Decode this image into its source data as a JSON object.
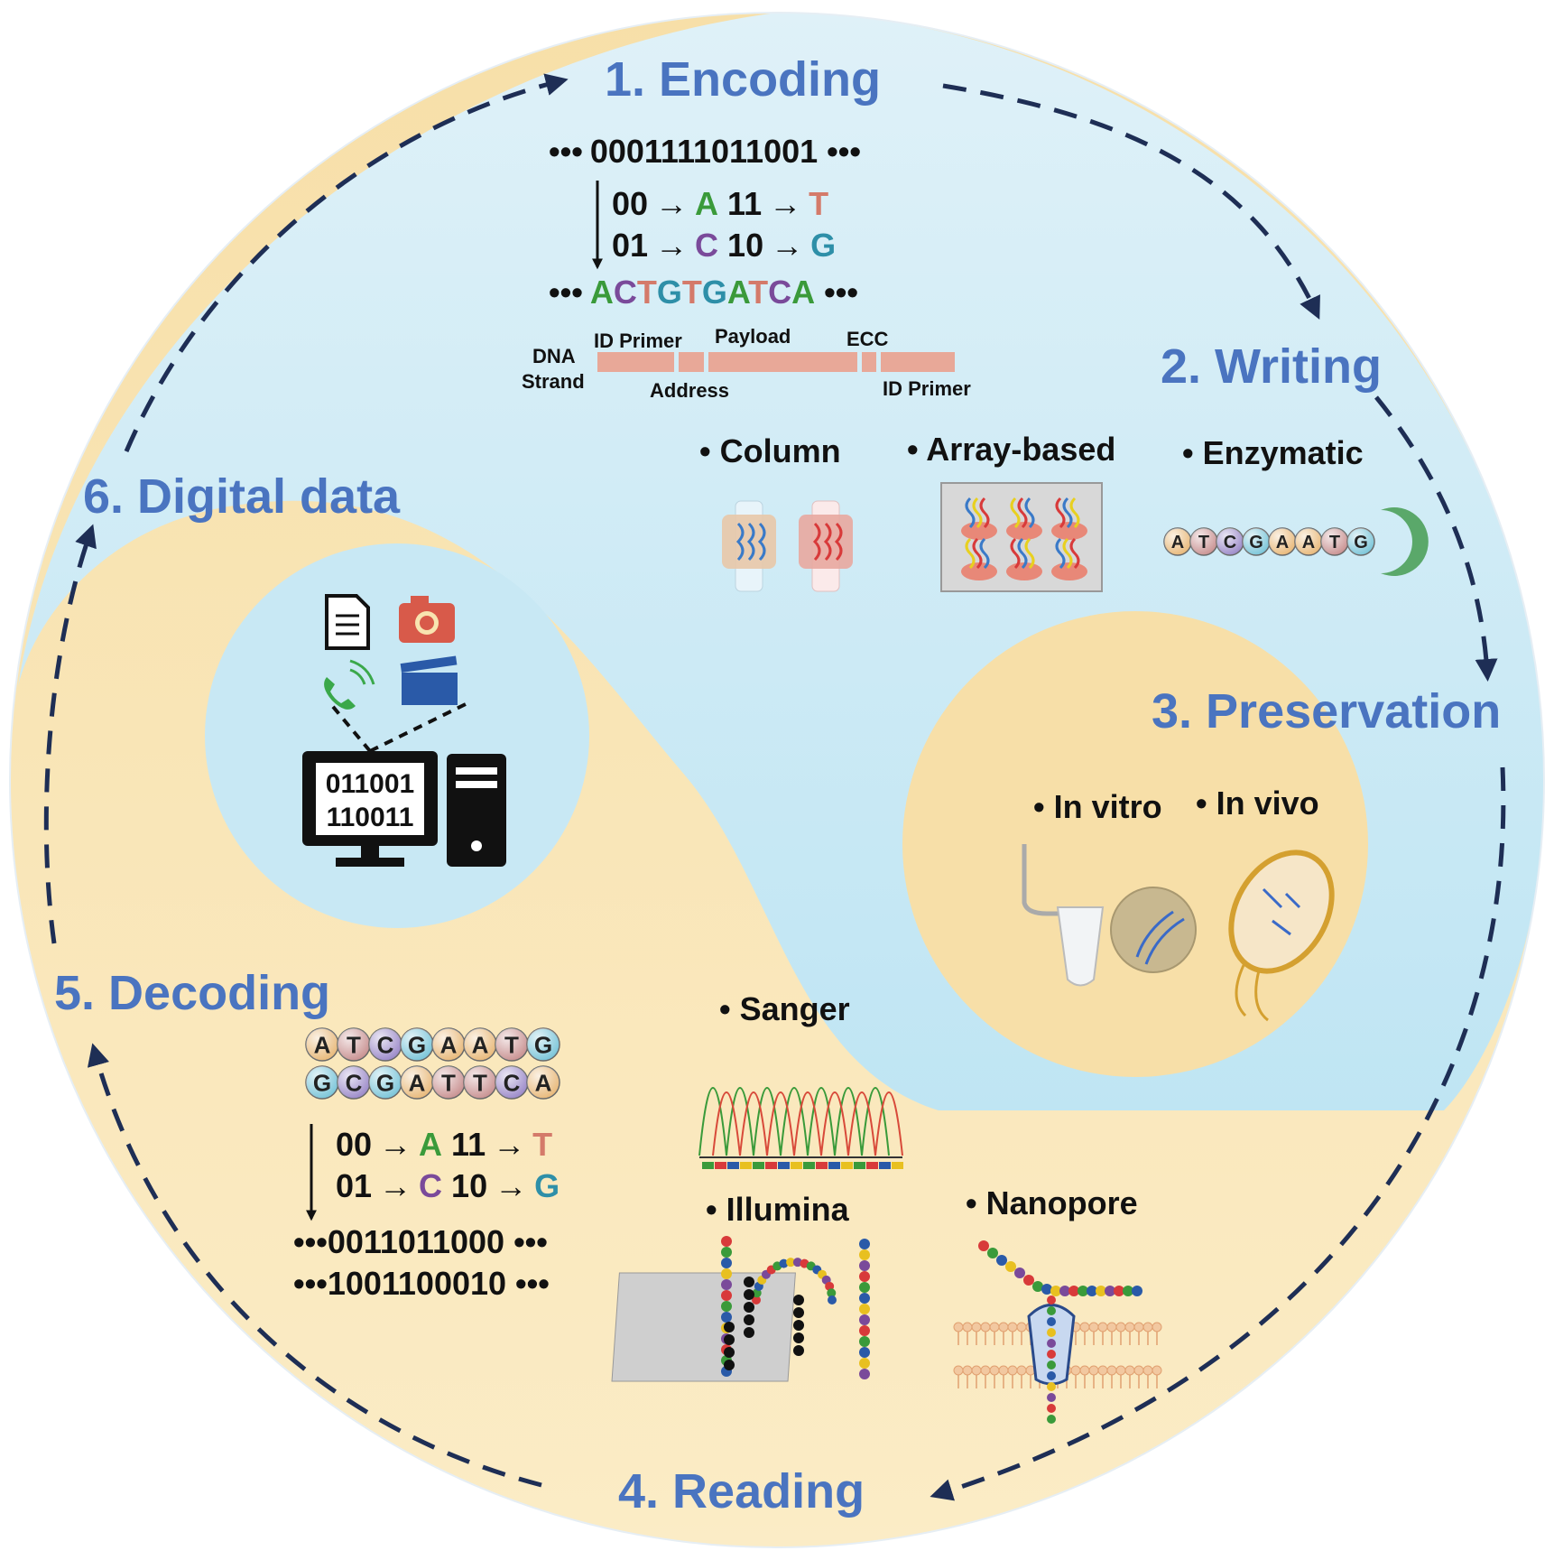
{
  "stages": {
    "encoding": "1. Encoding",
    "writing": "2. Writing",
    "preservation": "3. Preservation",
    "reading": "4. Reading",
    "decoding": "5. Decoding",
    "digital": "6. Digital data"
  },
  "encoding": {
    "binary_in": "0001111011001",
    "ellipsis": "•••",
    "map": [
      {
        "bits": "00",
        "base": "A",
        "bits2": "11",
        "base2": "T"
      },
      {
        "bits": "01",
        "base": "C",
        "bits2": "10",
        "base2": "G"
      }
    ],
    "sequence": [
      "A",
      "C",
      "T",
      "G",
      "T",
      "G",
      "A",
      "T",
      "C",
      "A"
    ],
    "strand_label_1": "DNA",
    "strand_label_2": "Strand",
    "seg_id_primer_left": "ID Primer",
    "seg_address": "Address",
    "seg_payload": "Payload",
    "seg_ecc": "ECC",
    "seg_id_primer_right": "ID Primer",
    "arrow": "→"
  },
  "writing": {
    "column": "• Column",
    "array": "• Array-based",
    "enzymatic": "• Enzymatic",
    "enzymatic_seq": [
      "A",
      "T",
      "C",
      "G",
      "A",
      "A",
      "T",
      "G"
    ]
  },
  "preservation": {
    "in_vitro": "• In vitro",
    "in_vivo": "• In vivo"
  },
  "reading": {
    "sanger": "• Sanger",
    "illumina": "• Illumina",
    "nanopore": "• Nanopore"
  },
  "decoding": {
    "row1": [
      "A",
      "T",
      "C",
      "G",
      "A",
      "A",
      "T",
      "G"
    ],
    "row2": [
      "G",
      "C",
      "G",
      "A",
      "T",
      "T",
      "C",
      "A"
    ],
    "map": [
      {
        "bits": "00",
        "base": "A",
        "bits2": "11",
        "base2": "T"
      },
      {
        "bits": "01",
        "base": "C",
        "bits2": "10",
        "base2": "G"
      }
    ],
    "binary_out_1": "0011011000",
    "binary_out_2": "1001100010",
    "ellipsis": "•••",
    "arrow": "→"
  },
  "digital": {
    "screen_line_1": "011001",
    "screen_line_2": "110011"
  },
  "colors": {
    "A": "#3a9a3a",
    "C": "#7a4a9a",
    "G": "#2e8fa8",
    "T": "#d47a6a",
    "title": "#4a74c0",
    "blue_bg": "#c8e8f4",
    "yellow_bg": "#f8e4b0",
    "ball_A": "#e8b878",
    "ball_T": "#c89090",
    "ball_C": "#9a88c8",
    "ball_G": "#78c4d8"
  },
  "icons": [
    "document-icon",
    "camera-icon",
    "phone-icon",
    "clapperboard-icon",
    "monitor-icon",
    "computer-tower-icon"
  ]
}
